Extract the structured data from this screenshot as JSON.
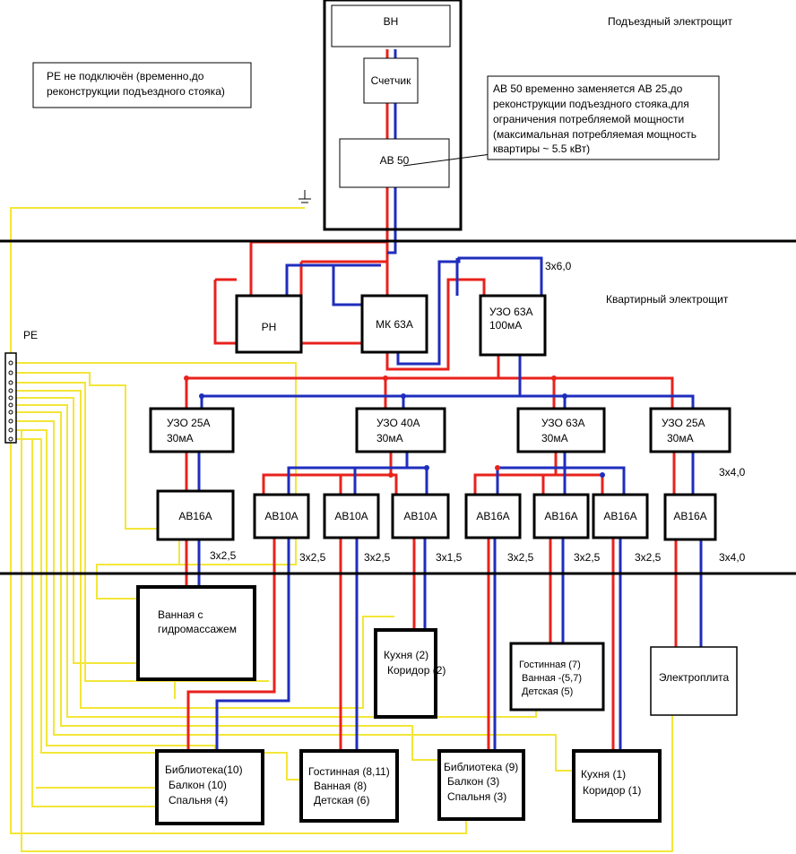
{
  "labels": {
    "panel_title": "Подъездный электрощит",
    "apt_panel_title": "Квартирный электрощит",
    "bh": "ВН",
    "meter": "Счетчик",
    "ab50": "АВ 50",
    "pe_note": [
      "PE не подключён (временно,до",
      "реконструкции подъездного стояка)"
    ],
    "ab_note": [
      "АВ 50 временно заменяется АВ 25,до",
      "реконструкции подъездного стояка,для",
      "ограничения потребляемой мощности",
      "(максимальная потребляемая мощность",
      "квартиры ~ 5.5 кВт)"
    ],
    "pe": "PE",
    "ph": "РН",
    "mk": "МК 63А",
    "uzo_main": [
      "УЗО 63А",
      "100мА"
    ],
    "cable_main": "3x6,0",
    "uzo": [
      [
        "УЗО 25А",
        "30мА"
      ],
      [
        "УЗО 40А",
        "30мА"
      ],
      [
        "УЗО 63А",
        "30мА"
      ],
      [
        "УЗО 25А",
        "30мА"
      ]
    ],
    "breakers": [
      "АВ16А",
      "АВ10А",
      "АВ10А",
      "АВ10А",
      "АВ16А",
      "АВ16А",
      "АВ16А",
      "АВ16А"
    ],
    "cables": [
      "3x2,5",
      "3x2,5",
      "3x2,5",
      "3x1,5",
      "3x2,5",
      "3x2,5",
      "3x2,5",
      "3x4,0",
      "3x4,0"
    ],
    "loads": {
      "bath": [
        "Ванная с",
        "гидромассажем"
      ],
      "kitchen2": [
        "Кухня (2)",
        "Коридор  (2)"
      ],
      "living7": [
        "Гостинная  (7)",
        "Ванная  -(5,7)",
        "Детская     (5)"
      ],
      "stove": "Электроплита",
      "lib10": [
        "Библиотека(10)",
        "Балкон   (10)",
        "Спальня   (4)"
      ],
      "living8": [
        "Гостинная (8,11)",
        "Ванная  (8)",
        "Детская  (6)"
      ],
      "lib9": [
        "Библиотека  (9)",
        "Балкон  (3)",
        "Спальня   (3)"
      ],
      "kitchen1": [
        "Кухня  (1)",
        "Коридор  (1)"
      ]
    }
  },
  "colors": {
    "phase": "#e8221c",
    "neutral": "#1f2dbd",
    "pe": "#f5e83a",
    "frame": "#000000"
  }
}
